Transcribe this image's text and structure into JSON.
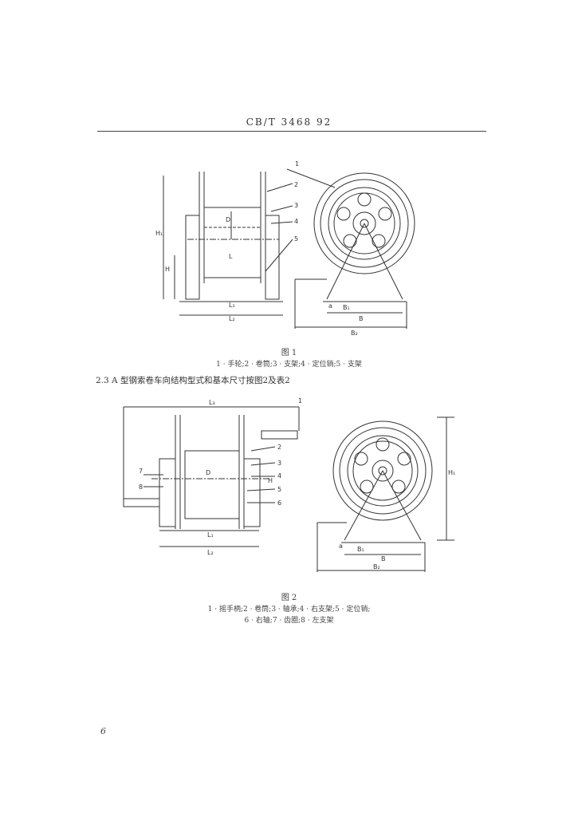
{
  "header": {
    "standard": "CB/T 3468  92"
  },
  "figure1": {
    "caption": "图 1",
    "legend": "1 · 手轮;2 · 卷筒;3 · 支架;4 · 定位销;5 · 支架",
    "labels": {
      "callouts": [
        "1",
        "2",
        "3",
        "4",
        "5"
      ],
      "dims": [
        "H₁",
        "H",
        "D",
        "L",
        "L₁",
        "L₂",
        "B₁",
        "B",
        "B₂",
        "a"
      ]
    }
  },
  "section_text": "2.3  A 型钢索卷车向结构型式和基本尺寸按图2及表2",
  "figure2": {
    "caption": "图 2",
    "legend_line1": "1 · 摇手柄;2 · 卷筒;3 · 轴承;4 · 右支架;5 · 定位销;",
    "legend_line2": "6 · 右轴;7 · 齿圈;8 · 左支架",
    "labels": {
      "callouts": [
        "1",
        "2",
        "3",
        "4",
        "5",
        "6",
        "7",
        "8"
      ],
      "dims": [
        "L₃",
        "H₁",
        "H",
        "L₁",
        "L₂",
        "B₁",
        "B",
        "B₂",
        "a",
        "D"
      ]
    }
  },
  "page_number": "6"
}
